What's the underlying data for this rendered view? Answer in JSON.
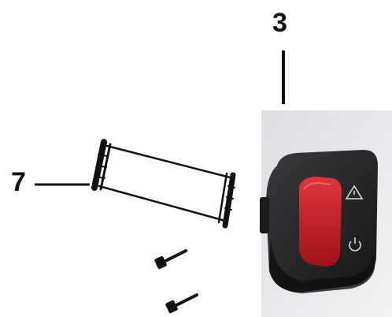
{
  "callouts": [
    {
      "id": "3",
      "label": "3",
      "part": "switch-housing"
    },
    {
      "id": "7",
      "label": "7",
      "part": "handlebar-sleeve"
    }
  ],
  "colors": {
    "background": "#ffffff",
    "line": "#111111",
    "housing": "#2a2a2c",
    "button": "#c81e24",
    "photo_bg": "#e8e8ea"
  },
  "parts": {
    "switch": {
      "icon_top": "hazard-triangle-icon",
      "icon_bottom": "power-icon"
    },
    "screws": 2
  }
}
